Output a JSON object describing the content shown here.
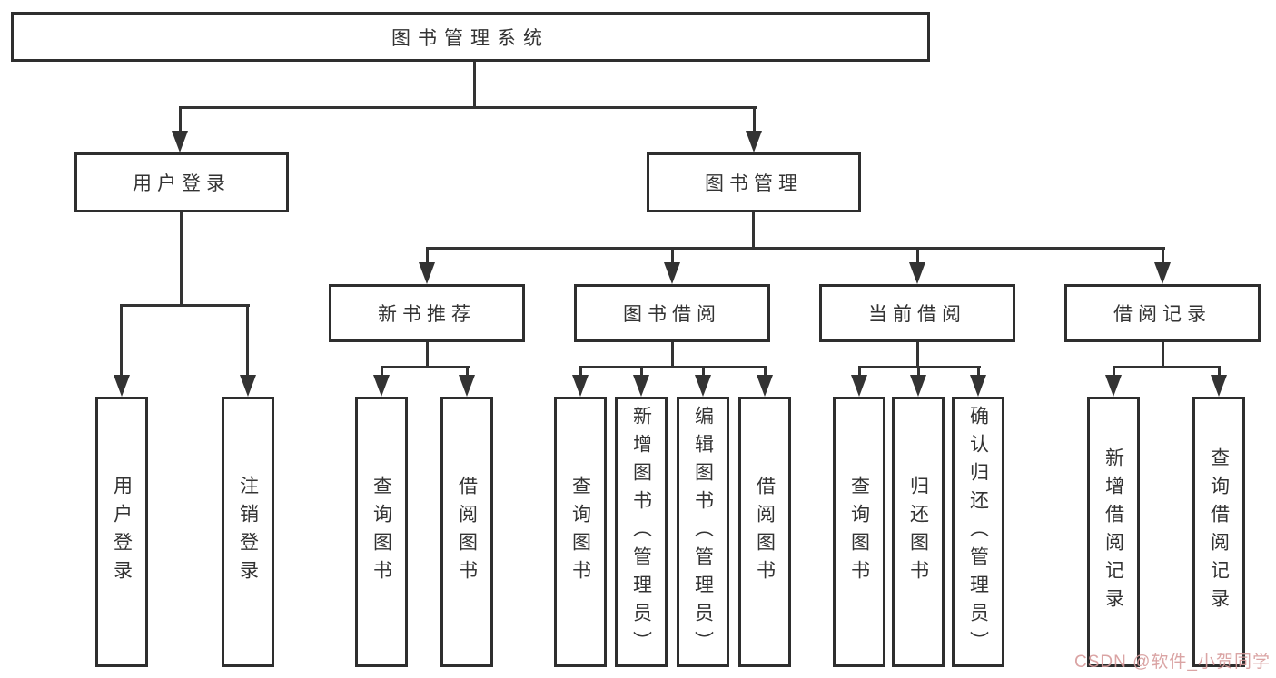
{
  "diagram_type": "hierarchy",
  "root": {
    "label": "图书管理系统"
  },
  "branches": [
    {
      "label": "用户登录",
      "children": [
        {
          "label": "用户登录"
        },
        {
          "label": "注销登录"
        }
      ]
    },
    {
      "label": "图书管理",
      "children": [
        {
          "label": "新书推荐",
          "children": [
            {
              "label": "查询图书"
            },
            {
              "label": "借阅图书"
            }
          ]
        },
        {
          "label": "图书借阅",
          "children": [
            {
              "label": "查询图书"
            },
            {
              "label": "新增图书（管理员）"
            },
            {
              "label": "编辑图书（管理员）"
            },
            {
              "label": "借阅图书"
            }
          ]
        },
        {
          "label": "当前借阅",
          "children": [
            {
              "label": "查询图书"
            },
            {
              "label": "归还图书"
            },
            {
              "label": "确认归还（管理员）"
            }
          ]
        },
        {
          "label": "借阅记录",
          "children": [
            {
              "label": "新增借阅记录"
            },
            {
              "label": "查询借阅记录"
            }
          ]
        }
      ]
    }
  ],
  "watermark": {
    "text": "CSDN @软件_小贺同学"
  },
  "colors": {
    "line": "#333333",
    "border": "#2e2e2e",
    "background": "#ffffff",
    "text": "#333333",
    "watermark": "#d79b9b"
  }
}
